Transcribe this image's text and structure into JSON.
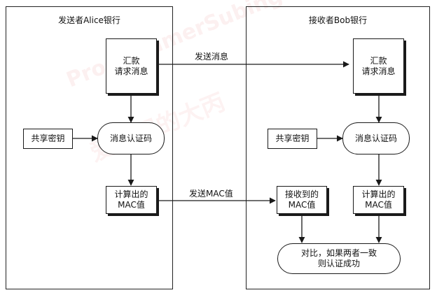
{
  "panels": {
    "sender_title": "发送者Alice银行",
    "receiver_title": "接收者Bob银行"
  },
  "sender": {
    "request_lines": [
      "汇款",
      "请求消息"
    ],
    "shared_key": "共享密钥",
    "mac_algo": "消息认证码",
    "computed_mac_lines": [
      "计算出的",
      "MAC值"
    ]
  },
  "receiver": {
    "request_lines": [
      "汇款",
      "请求消息"
    ],
    "shared_key": "共享密钥",
    "mac_algo": "消息认证码",
    "received_mac_lines": [
      "接收到的",
      "MAC值"
    ],
    "computed_mac_lines": [
      "计算出的",
      "MAC值"
    ],
    "compare_lines": [
      "对比，如果两者一致",
      "则认证成功"
    ]
  },
  "edges": {
    "send_message": "发送消息",
    "send_mac": "发送MAC值"
  },
  "watermark": {
    "line1": "ProgrammerSubingwen.cn",
    "line2": "爱编程的大丙"
  },
  "colors": {
    "stroke": "#1a1a1a",
    "background": "#ffffff",
    "watermark": "#e88888"
  }
}
